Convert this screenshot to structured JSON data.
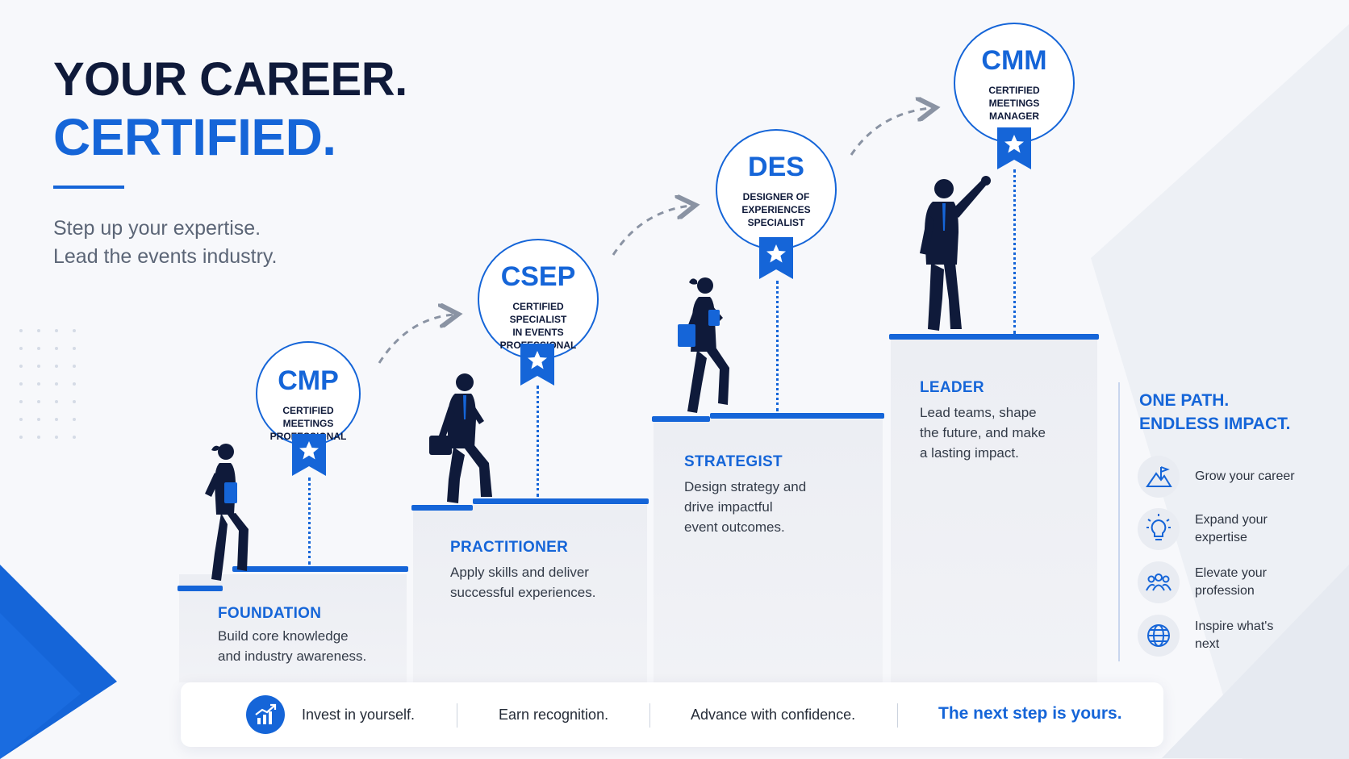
{
  "headline": {
    "line1": "YOUR CAREER.",
    "line2": "CERTIFIED."
  },
  "subheadline": {
    "line1": "Step up your expertise.",
    "line2": "Lead the events industry."
  },
  "steps": [
    {
      "title": "FOUNDATION",
      "desc_line1": "Build core knowledge",
      "desc_line2": "and industry awareness.",
      "badge_code": "CMP",
      "badge_name_line1": "CERTIFIED MEETINGS",
      "badge_name_line2": "PROFESSIONAL",
      "badge_name_line3": ""
    },
    {
      "title": "PRACTITIONER",
      "desc_line1": "Apply skills and deliver",
      "desc_line2": "successful experiences.",
      "badge_code": "CSEP",
      "badge_name_line1": "CERTIFIED SPECIALIST",
      "badge_name_line2": "IN EVENTS",
      "badge_name_line3": "PROFESSIONAL"
    },
    {
      "title": "STRATEGIST",
      "desc_line1": "Design strategy and",
      "desc_line2": "drive impactful",
      "desc_line3": "event outcomes.",
      "badge_code": "DES",
      "badge_name_line1": "DESIGNER OF",
      "badge_name_line2": "EXPERIENCES",
      "badge_name_line3": "SPECIALIST"
    },
    {
      "title": "LEADER",
      "desc_line1": "Lead teams, shape",
      "desc_line2": "the future, and make",
      "desc_line3": "a lasting impact.",
      "badge_code": "CMM",
      "badge_name_line1": "CERTIFIED MEETINGS",
      "badge_name_line2": "MANAGER",
      "badge_name_line3": ""
    }
  ],
  "panel": {
    "title_line1": "ONE PATH.",
    "title_line2": "ENDLESS IMPACT.",
    "benefits": [
      {
        "icon": "mountain-flag-icon",
        "line1": "Grow your career",
        "line2": ""
      },
      {
        "icon": "lightbulb-icon",
        "line1": "Expand your",
        "line2": "expertise"
      },
      {
        "icon": "people-group-icon",
        "line1": "Elevate your",
        "line2": "profession"
      },
      {
        "icon": "globe-icon",
        "line1": "Inspire what's",
        "line2": "next"
      }
    ]
  },
  "bottom_bar": {
    "icon": "growth-chart-icon",
    "item1": "Invest in yourself.",
    "item2": "Earn recognition.",
    "item3": "Advance with confidence.",
    "cta": "The next step is yours."
  },
  "colors": {
    "accent": "#1565d8",
    "navy": "#0f1a3a",
    "background": "#f7f8fb"
  }
}
